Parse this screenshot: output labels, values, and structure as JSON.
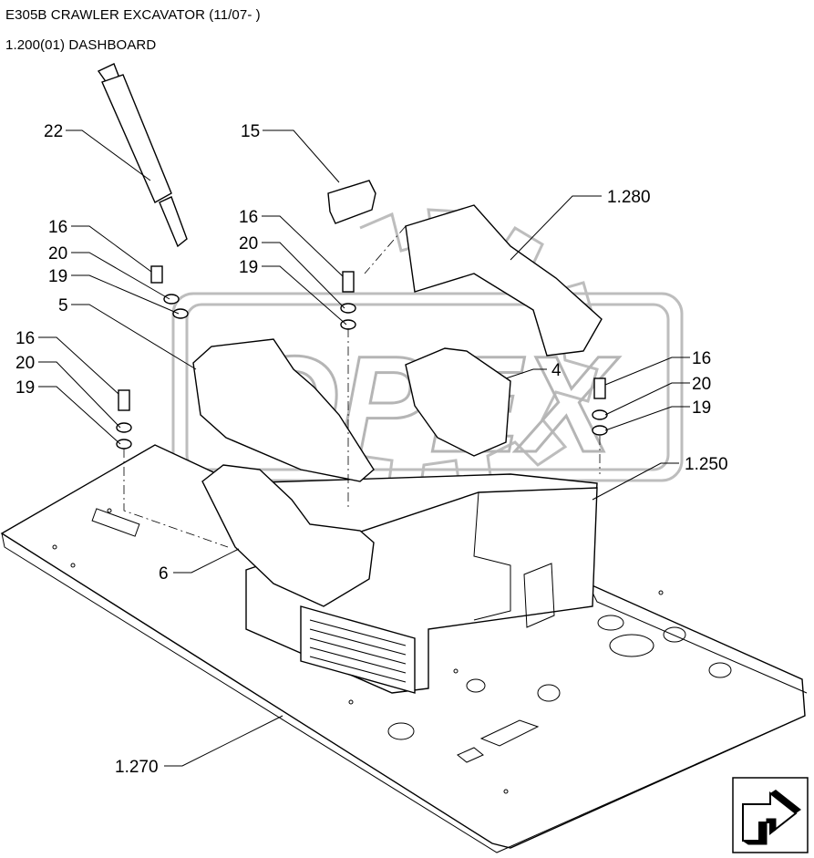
{
  "header": {
    "model": "E305B CRAWLER EXCAVATOR (11/07- )",
    "section": "1.200(01) DASHBOARD"
  },
  "watermark": {
    "text": "OPEX",
    "color": "#b5b5b5"
  },
  "callouts": {
    "c22": "22",
    "c15": "15",
    "c1280": "1.280",
    "c16a": "16",
    "c20a": "20",
    "c19a": "19",
    "c16b": "16",
    "c20b": "20",
    "c19b": "19",
    "c5": "5",
    "c16c": "16",
    "c20c": "20",
    "c19c": "19",
    "c4": "4",
    "c16d": "16",
    "c20d": "20",
    "c19d": "19",
    "c1250": "1.250",
    "c6": "6",
    "c1270": "1.270"
  },
  "navigation": {
    "next_icon": "forward-arrow-icon"
  }
}
